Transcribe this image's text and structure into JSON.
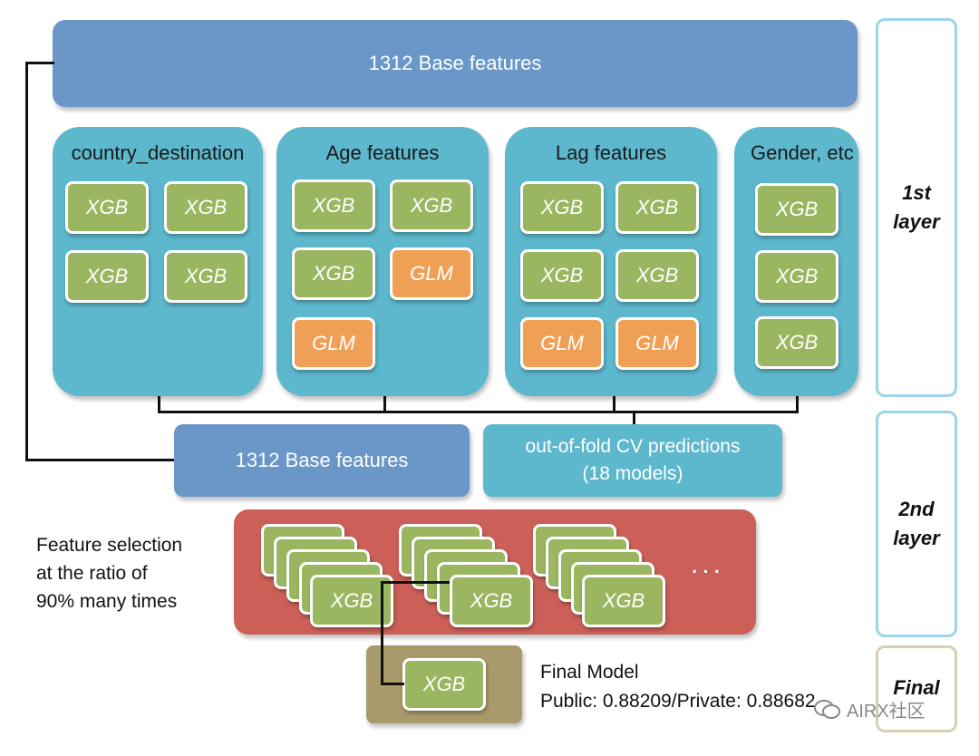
{
  "top_bar": {
    "label": "1312 Base features"
  },
  "panels": [
    {
      "title": "country_destination",
      "models": [
        "XGB",
        "XGB",
        "XGB",
        "XGB"
      ]
    },
    {
      "title": "Age features",
      "models": [
        "XGB",
        "XGB",
        "XGB",
        "GLM",
        "GLM"
      ]
    },
    {
      "title": "Lag features",
      "models": [
        "XGB",
        "XGB",
        "XGB",
        "XGB",
        "GLM",
        "GLM"
      ]
    },
    {
      "title": "Gender, etc",
      "models": [
        "XGB",
        "XGB",
        "XGB"
      ]
    }
  ],
  "second_layer": {
    "base_label": "1312 Base features",
    "oof_line1": "out-of-fold CV predictions",
    "oof_line2": "(18 models)",
    "stack_label": "XGB",
    "ellipsis": "...",
    "note_line1": "Feature selection",
    "note_line2": "at the ratio of",
    "note_line3": "90% many times"
  },
  "final": {
    "model_label": "XGB",
    "title": "Final Model",
    "score": "Public: 0.88209/Private: 0.88682"
  },
  "layers": {
    "first_line1": "1st",
    "first_line2": "layer",
    "second_line1": "2nd",
    "second_line2": "layer",
    "final": "Final"
  },
  "watermark": "AIRX社区",
  "colors": {
    "blue_bar": "#6a97c8",
    "panel_teal": "#5db8cd",
    "xgb_green": "#9bb660",
    "glm_orange": "#f0a055",
    "second_layer_red": "#cc6059",
    "final_olive": "#a89a6a"
  }
}
